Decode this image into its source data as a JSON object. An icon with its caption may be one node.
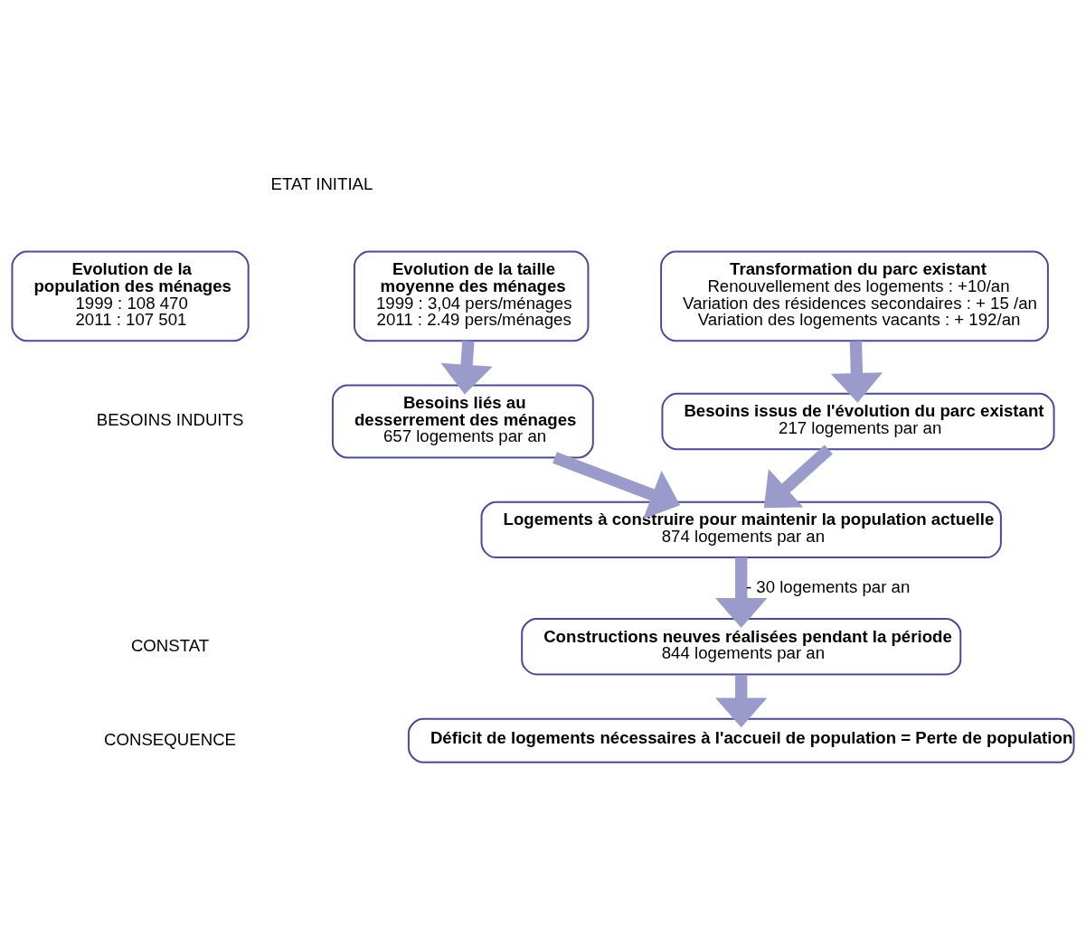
{
  "diagram": {
    "nodes": [
      {
        "text": [
          "Evolution de la population des ménages",
          "1999 : 108 470",
          "2011 : 107 501"
        ]
      },
      {
        "text": [
          "Evolution de la taille moyenne des ménages",
          "1999 : 3,04 pers/ménages",
          "2011 : 2.49 pers/ménages"
        ]
      },
      {
        "text": [
          "Transformation du parc existant",
          "Renouvellement des logements : +10/an",
          "Variation des résidences secondaires : + 15 /an",
          "Variation des logements vacants : + 192/an"
        ]
      },
      {
        "text": [
          "Besoins liés au desserrement des ménages",
          "657 logements par an"
        ]
      },
      {
        "text": [
          "Besoins issus de l'évolution du parc existant",
          "217 logements par an"
        ]
      },
      {
        "text": [
          "Logements à construire pour maintenir la population actuelle",
          "874 logements par an"
        ]
      },
      {
        "text": [
          "Constructions neuves réalisées pendant la période",
          "844 logements par an"
        ]
      },
      {
        "text": [
          "Déficit de logements nécessaires à l'accueil de population = Perte de population"
        ]
      }
    ],
    "edges": [
      {
        "from": 1,
        "to": 3,
        "arrow": "to"
      },
      {
        "from": 2,
        "to": 4,
        "arrow": "to"
      },
      {
        "from": 3,
        "to": 5,
        "arrow": "to"
      },
      {
        "from": 4,
        "to": 5,
        "arrow": "to"
      },
      {
        "from": 5,
        "to": 6,
        "arrow": "to",
        "label": "- 30 logements par an"
      },
      {
        "from": 6,
        "to": 7,
        "arrow": "to"
      }
    ],
    "labels": [
      "ETAT INITIAL",
      "BESOINS INDUITS",
      "CONSTAT",
      "CONSEQUENCE"
    ]
  }
}
